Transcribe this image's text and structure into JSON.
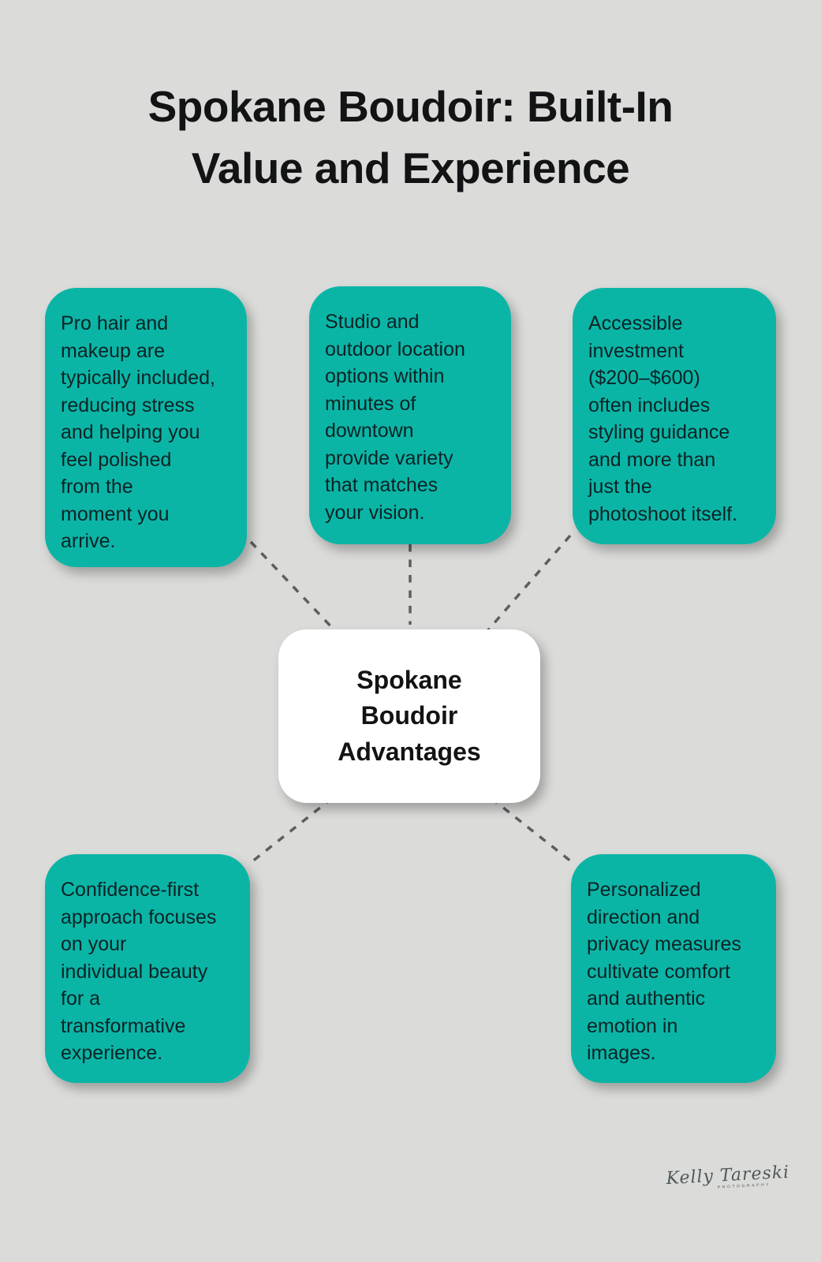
{
  "title": "Spokane Boudoir: Built-In\nValue and Experience",
  "center": {
    "label": "Spokane\nBoudoir\nAdvantages"
  },
  "cards": [
    {
      "position": "top-left",
      "text": "Pro hair and\nmakeup are\ntypically included,\nreducing stress\nand helping you\nfeel polished\nfrom the\nmoment you\narrive."
    },
    {
      "position": "top-middle",
      "text": "Studio and\noutdoor location\noptions within\nminutes of\ndowntown\nprovide variety\nthat matches\nyour vision."
    },
    {
      "position": "top-right",
      "text": "Accessible\ninvestment\n($200–$600)\noften includes\nstyling guidance\nand more than\njust the\nphotoshoot itself."
    },
    {
      "position": "bottom-left",
      "text": "Confidence-first\napproach focuses\non your\nindividual beauty\nfor a\ntransformative\nexperience."
    },
    {
      "position": "bottom-right",
      "text": "Personalized\ndirection and\nprivacy measures\ncultivate comfort\nand authentic\nemotion in\nimages."
    }
  ],
  "signature": {
    "name": "Kelly Tareski",
    "subtitle": "PHOTOGRAPHY"
  },
  "colors": {
    "teal": "#0bb5a6",
    "background": "#dbdcda",
    "card_text": "#0b2325",
    "title_text": "#121314",
    "connector": "#5e5e5e",
    "center_bg": "#ffffff",
    "signature": "#3f4c4a"
  }
}
